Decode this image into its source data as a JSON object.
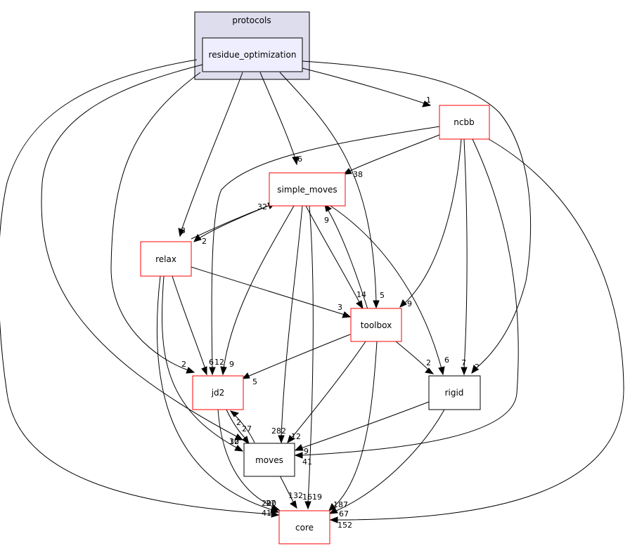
{
  "cluster": {
    "label": "protocols"
  },
  "nodes": {
    "residue_optimization": {
      "label": "residue_optimization",
      "border": "#000000",
      "fill": "#eeeeff"
    },
    "ncbb": {
      "label": "ncbb",
      "border": "#ff0000",
      "fill": "#ffffff"
    },
    "simple_moves": {
      "label": "simple_moves",
      "border": "#ff0000",
      "fill": "#ffffff"
    },
    "relax": {
      "label": "relax",
      "border": "#ff0000",
      "fill": "#ffffff"
    },
    "toolbox": {
      "label": "toolbox",
      "border": "#ff0000",
      "fill": "#ffffff"
    },
    "jd2": {
      "label": "jd2",
      "border": "#ff0000",
      "fill": "#ffffff"
    },
    "rigid": {
      "label": "rigid",
      "border": "#000000",
      "fill": "#ffffff"
    },
    "moves": {
      "label": "moves",
      "border": "#000000",
      "fill": "#ffffff"
    },
    "core": {
      "label": "core",
      "border": "#ff0000",
      "fill": "#ffffff"
    }
  },
  "edge_labels": {
    "ro_ncbb": "1",
    "ro_simple_moves": "6",
    "ro_relax": "3",
    "ro_toolbox": "5",
    "ro_jd2": "2",
    "ro_rigid": "2",
    "ro_moves": "10",
    "ro_core": "41",
    "ncbb_simple_moves": "38",
    "ncbb_toolbox": "9",
    "ncbb_rigid": "7",
    "ncbb_jd2": "6",
    "ncbb_moves": "9",
    "ncbb_core": "152",
    "sm_relax": "2",
    "relax_sm": "32",
    "tb_sm": "9",
    "sm_toolbox": "14",
    "sm_rigid": "6",
    "sm_jd2": "9",
    "sm_moves": "282",
    "sm_core": "1619",
    "relax_toolbox": "3",
    "relax_jd2": "12",
    "relax_moves": "32",
    "relax_core": "290",
    "tb_jd2": "5",
    "tb_rigid": "2",
    "tb_moves": "12",
    "tb_core": "187",
    "jd2_moves": "27",
    "moves_jd2": "2",
    "jd2_core": "27",
    "rigid_moves": "41",
    "rigid_core": "67",
    "moves_core": "132"
  },
  "colors": {
    "cluster_fill": "#ddddee",
    "cluster_border": "#000000",
    "edge": "#000000"
  }
}
